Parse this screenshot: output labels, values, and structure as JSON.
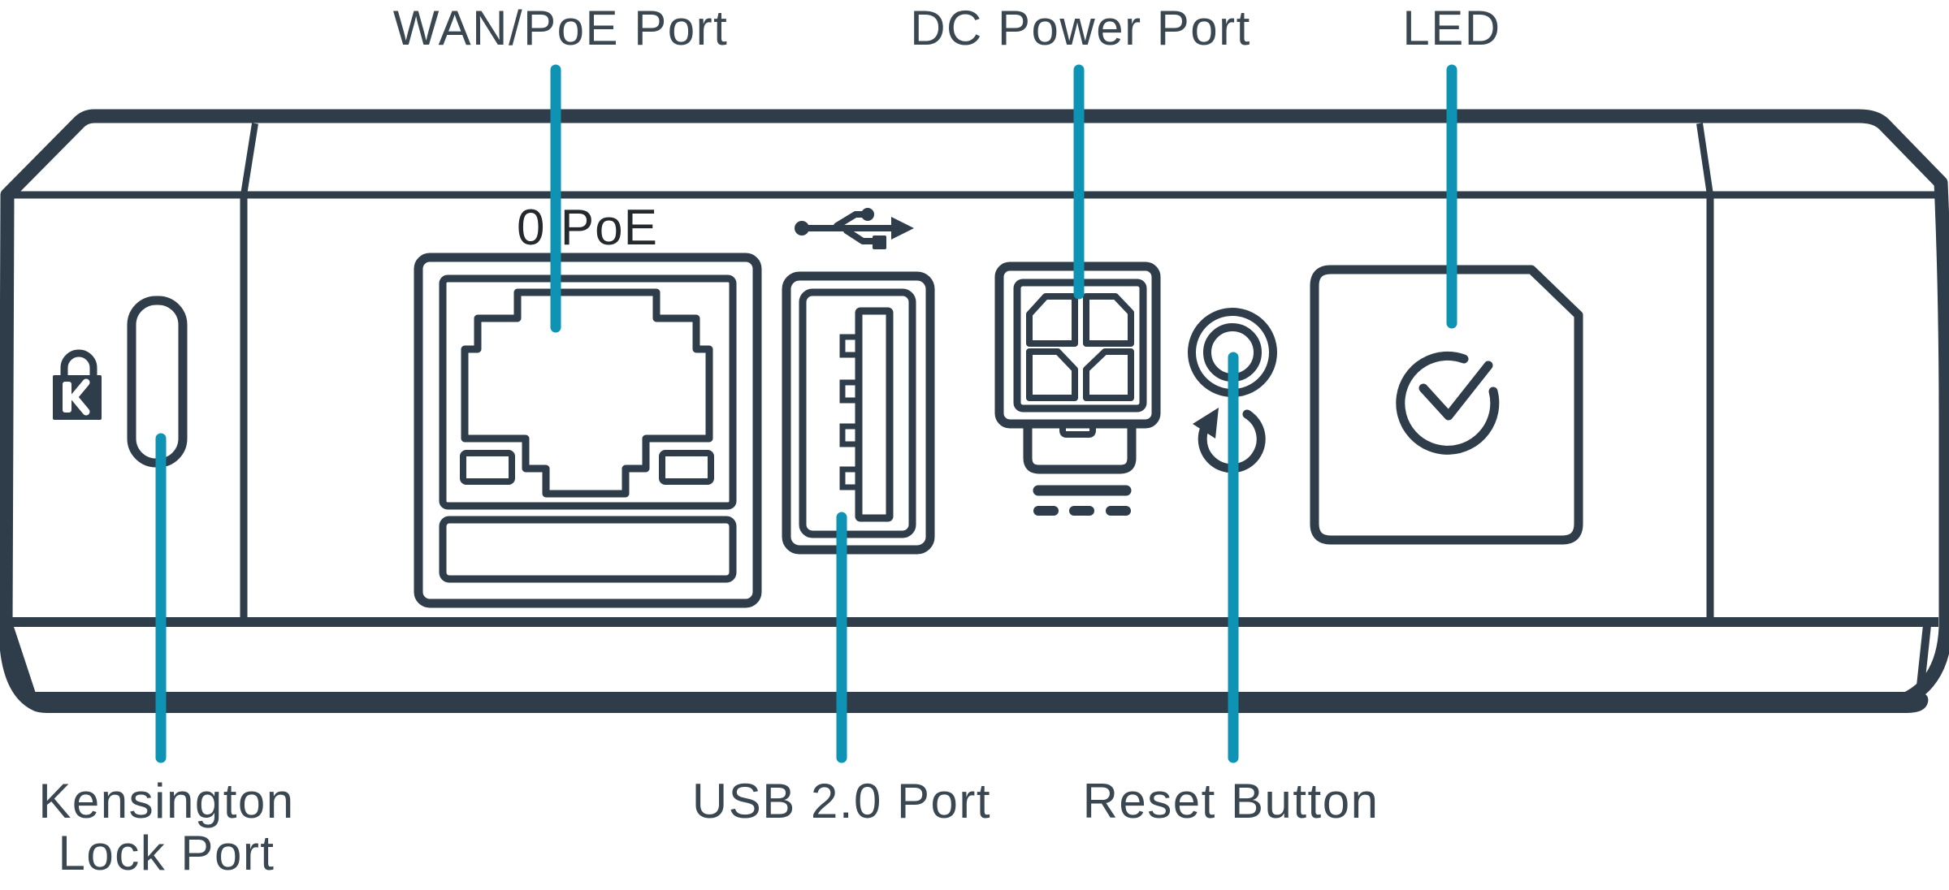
{
  "title": "Wireless device rear panel callout diagram",
  "colors": {
    "outline": "#2E3D49",
    "accent": "#0E93B4",
    "label": "#3A4750",
    "port_label": "#24292E",
    "background": "#FFFFFF"
  },
  "callouts": {
    "wan_poe": {
      "label": "WAN/PoE Port"
    },
    "dc_power": {
      "label": "DC Power Port"
    },
    "led": {
      "label": "LED"
    },
    "kensington": {
      "label_line1": "Kensington",
      "label_line2": "Lock Port"
    },
    "usb": {
      "label": "USB 2.0 Port"
    },
    "reset": {
      "label": "Reset Button"
    }
  },
  "ports": {
    "wan_jack_label": "0 PoE"
  },
  "icons": {
    "kensington_lock": "padlock-k-icon",
    "usb": "usb-trident-icon",
    "dc_power": "dc-connector-icon",
    "dc_symbol": "dc-voltage-icon",
    "reset": "rotate-ccw-icon",
    "led": "check-circle-icon"
  }
}
